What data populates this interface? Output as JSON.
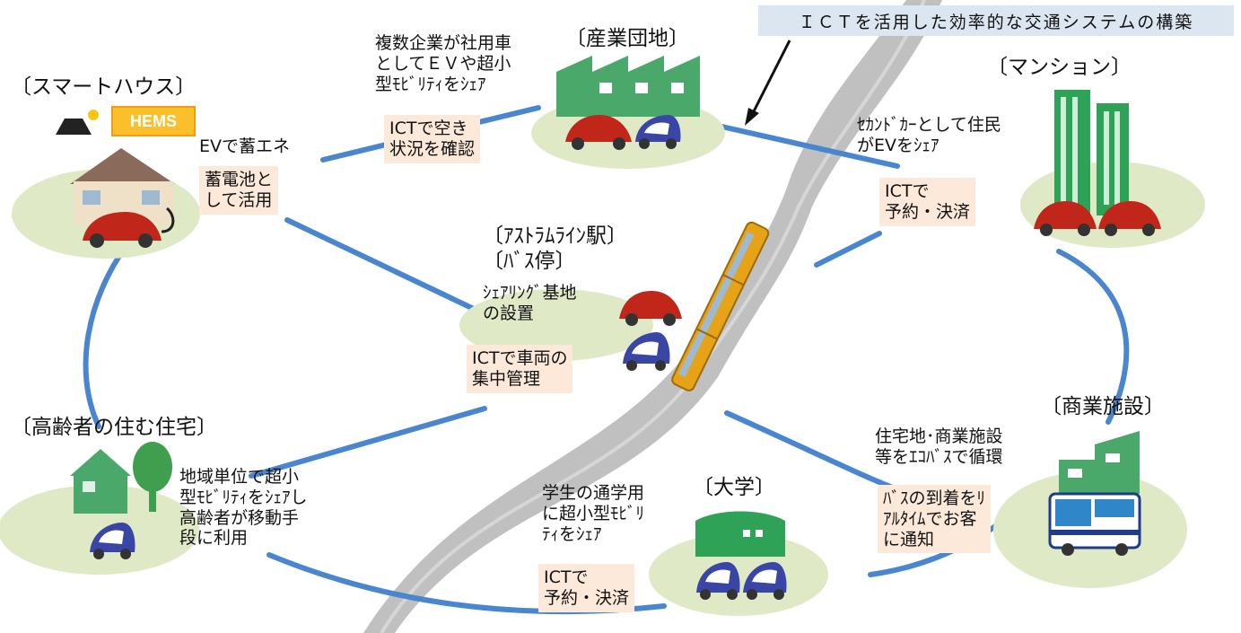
{
  "banner": "ＩＣＴを活用した効率的な交通システムの構築",
  "hems": "HEMS",
  "sites": {
    "smart_house": {
      "title": "〔スマートハウス〕",
      "note": "EVで蓄エネ",
      "box": "蓄電池と\nして活用"
    },
    "industrial": {
      "title": "〔産業団地〕",
      "note": "複数企業が社用車\nとしてＥＶや超小\n型ﾓﾋﾞﾘﾃｨをｼｪｱ",
      "box": "ICTで空き\n状況を確認"
    },
    "mansion": {
      "title": "〔マンション〕",
      "note": "ｾｶﾝﾄﾞｶｰとして住民\nがEVをｼｪｱ",
      "box": "ICTで\n予約・決済"
    },
    "station": {
      "title": "〔ｱｽﾄﾗﾑﾗｲﾝ駅〕\n〔ﾊﾞｽ停〕",
      "note": "ｼｪｱﾘﾝｸﾞ基地\nの設置",
      "box": "ICTで車両の\n集中管理"
    },
    "elderly": {
      "title": "〔高齢者の住む住宅〕",
      "note": "地域単位で超小\n型ﾓﾋﾞﾘﾃｨをｼｪｱし\n高齢者が移動手\n段に利用"
    },
    "university": {
      "title": "〔大学〕",
      "note": "学生の通学用\nに超小型ﾓﾋﾞﾘ\nﾃｨをｼｪｱ",
      "box": "ICTで\n予約・決済"
    },
    "commercial": {
      "title": "〔商業施設〕",
      "note": "住宅地･商業施設\n等をｴｺﾊﾞｽで循環",
      "box": "ﾊﾞｽの到着をﾘ\nｱﾙﾀｲﾑでお客\nに通知"
    }
  },
  "colors": {
    "ring": "#4a86d0",
    "road": "#c0c0c0",
    "ellipse": "#dfe9c6",
    "box": "#fde9d9",
    "banner": "#dce6f1",
    "ev_body": "#c0261a",
    "building": "#4aa86a"
  }
}
